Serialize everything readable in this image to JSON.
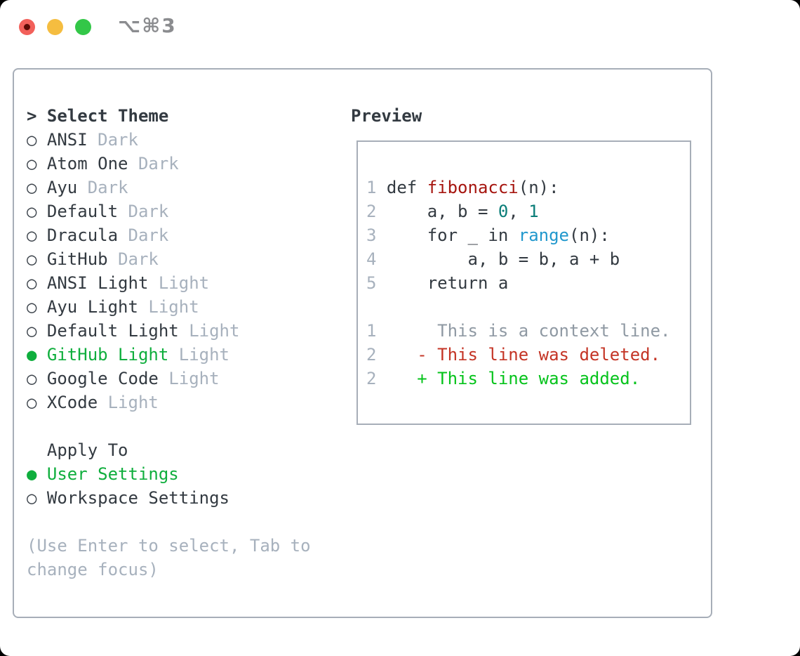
{
  "titlebar": {
    "shortcut_label": "⌥⌘3",
    "lights": {
      "close": "#f2605a",
      "minimize": "#f5bd40",
      "zoom": "#33c748"
    }
  },
  "colors": {
    "selected_green": "#0fae3d",
    "added_green": "#05c31b",
    "deleted_red": "#c43425",
    "function_red": "#a6150f",
    "number_teal": "#0a7d78",
    "builtin_blue": "#2198cd",
    "text_dark": "#333a41",
    "muted_gray": "#a7b1bd",
    "context_gray": "#8f99a3",
    "border_gray": "#a7aeb8"
  },
  "theme_picker": {
    "prompt": ">",
    "title": "Select Theme",
    "radio_unselected": "○",
    "radio_selected": "●",
    "themes": [
      {
        "name": "ANSI",
        "variant": "Dark",
        "selected": false
      },
      {
        "name": "Atom One",
        "variant": "Dark",
        "selected": false
      },
      {
        "name": "Ayu",
        "variant": "Dark",
        "selected": false
      },
      {
        "name": "Default",
        "variant": "Dark",
        "selected": false
      },
      {
        "name": "Dracula",
        "variant": "Dark",
        "selected": false
      },
      {
        "name": "GitHub",
        "variant": "Dark",
        "selected": false
      },
      {
        "name": "ANSI Light",
        "variant": "Light",
        "selected": false
      },
      {
        "name": "Ayu Light",
        "variant": "Light",
        "selected": false
      },
      {
        "name": "Default Light",
        "variant": "Light",
        "selected": false
      },
      {
        "name": "GitHub Light",
        "variant": "Light",
        "selected": true
      },
      {
        "name": "Google Code",
        "variant": "Light",
        "selected": false
      },
      {
        "name": "XCode",
        "variant": "Light",
        "selected": false
      }
    ]
  },
  "apply_to": {
    "title": "Apply To",
    "options": [
      {
        "name": "User Settings",
        "selected": true
      },
      {
        "name": "Workspace Settings",
        "selected": false
      }
    ]
  },
  "hint": {
    "line1": "(Use Enter to select, Tab to",
    "line2": "change focus)"
  },
  "preview": {
    "title": "Preview",
    "code_lines": [
      {
        "num": "1",
        "segments": [
          {
            "t": "def ",
            "c": "code"
          },
          {
            "t": "fibonacci",
            "c": "func"
          },
          {
            "t": "(n):",
            "c": "code"
          }
        ]
      },
      {
        "num": "2",
        "segments": [
          {
            "t": "    a, b = ",
            "c": "code"
          },
          {
            "t": "0",
            "c": "num"
          },
          {
            "t": ", ",
            "c": "code"
          },
          {
            "t": "1",
            "c": "num"
          }
        ]
      },
      {
        "num": "3",
        "segments": [
          {
            "t": "    for _ in ",
            "c": "code"
          },
          {
            "t": "range",
            "c": "builtin"
          },
          {
            "t": "(n):",
            "c": "code"
          }
        ]
      },
      {
        "num": "4",
        "segments": [
          {
            "t": "        a, b = b, a + b",
            "c": "code"
          }
        ]
      },
      {
        "num": "5",
        "segments": [
          {
            "t": "    return a",
            "c": "code"
          }
        ]
      },
      {
        "num": "",
        "segments": []
      },
      {
        "num": "1",
        "segments": [
          {
            "t": "     This is a context line.",
            "c": "context"
          }
        ]
      },
      {
        "num": "2",
        "segments": [
          {
            "t": "   - This line was deleted.",
            "c": "deleted"
          }
        ]
      },
      {
        "num": "2",
        "segments": [
          {
            "t": "   + This line was added.",
            "c": "added"
          }
        ]
      }
    ]
  }
}
